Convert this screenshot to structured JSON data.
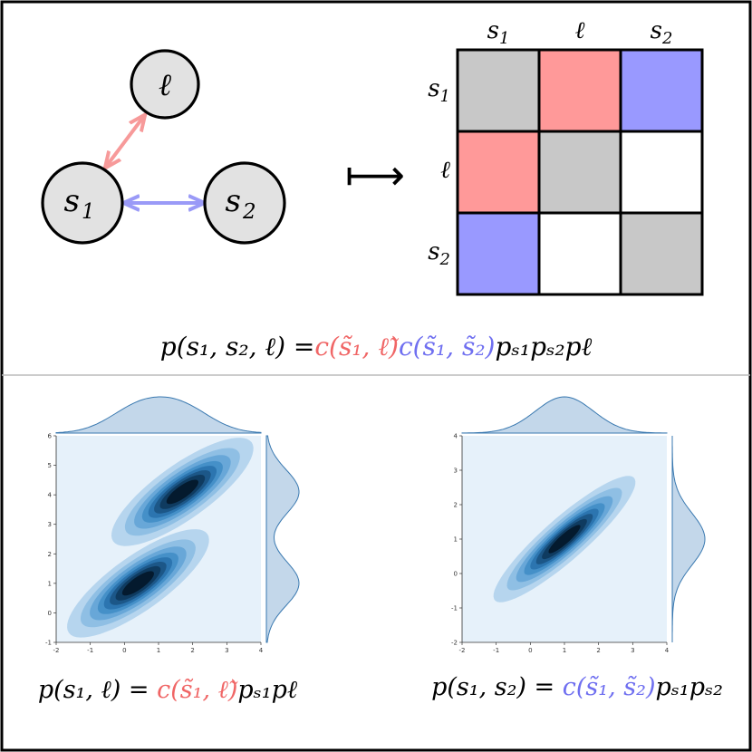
{
  "graph": {
    "nodes": [
      {
        "id": "s1",
        "label": "s",
        "sub": "1"
      },
      {
        "id": "l",
        "label": "ℓ",
        "sub": ""
      },
      {
        "id": "s2",
        "label": "s",
        "sub": "2"
      }
    ],
    "edges": [
      {
        "from": "s1",
        "to": "l",
        "color": "#f79a9a"
      },
      {
        "from": "s1",
        "to": "s2",
        "color": "#9a9af7"
      }
    ],
    "maps_to": "⟼"
  },
  "matrix": {
    "labels": [
      {
        "base": "s",
        "sub": "1"
      },
      {
        "base": "ℓ",
        "sub": ""
      },
      {
        "base": "s",
        "sub": "2"
      }
    ],
    "cells": [
      [
        "#c8c8c8",
        "#ff9999",
        "#9999ff"
      ],
      [
        "#ff9999",
        "#c8c8c8",
        "#ffffff"
      ],
      [
        "#9999ff",
        "#ffffff",
        "#c8c8c8"
      ]
    ]
  },
  "formulas": {
    "joint": {
      "lhs": "p(s₁, s₂, ℓ) =",
      "red": "c(s̃₁, ℓ̃)",
      "blue": "c(s̃₁, s̃₂)",
      "rest": "pₛ₁pₛ₂pℓ"
    },
    "left": {
      "lhs": "p(s₁, ℓ) = ",
      "colored": "c(s̃₁, ℓ̃)",
      "rest": "pₛ₁pℓ"
    },
    "right": {
      "lhs": "p(s₁, s₂) = ",
      "colored": "c(s̃₁, s̃₂)",
      "rest": "pₛ₁pₛ₂"
    }
  },
  "colors": {
    "red": "#f06666",
    "blue": "#6f6ff0",
    "marginal_fill": "#c3d7ea",
    "marginal_line": "#3a79b0",
    "plot_bg": "#e6f1fa"
  },
  "chart_data": [
    {
      "type": "contour",
      "xlim": [
        -2,
        4
      ],
      "ylim": [
        -1,
        6
      ],
      "x_ticks": [
        -2,
        -1,
        0,
        1,
        2,
        3,
        4
      ],
      "y_ticks": [
        -1,
        0,
        1,
        2,
        3,
        4,
        5,
        6
      ],
      "components": [
        {
          "mean_x": 0.4,
          "mean_y": 1.0,
          "corr": 0.8
        },
        {
          "mean_x": 1.7,
          "mean_y": 4.1,
          "corr": 0.8
        }
      ]
    },
    {
      "type": "contour",
      "xlim": [
        -2,
        4
      ],
      "ylim": [
        -2,
        4
      ],
      "x_ticks": [
        -2,
        -1,
        0,
        1,
        2,
        3,
        4
      ],
      "y_ticks": [
        -2,
        -1,
        0,
        1,
        2,
        3,
        4
      ],
      "components": [
        {
          "mean_x": 1.0,
          "mean_y": 1.0,
          "corr": 0.9
        }
      ]
    }
  ]
}
